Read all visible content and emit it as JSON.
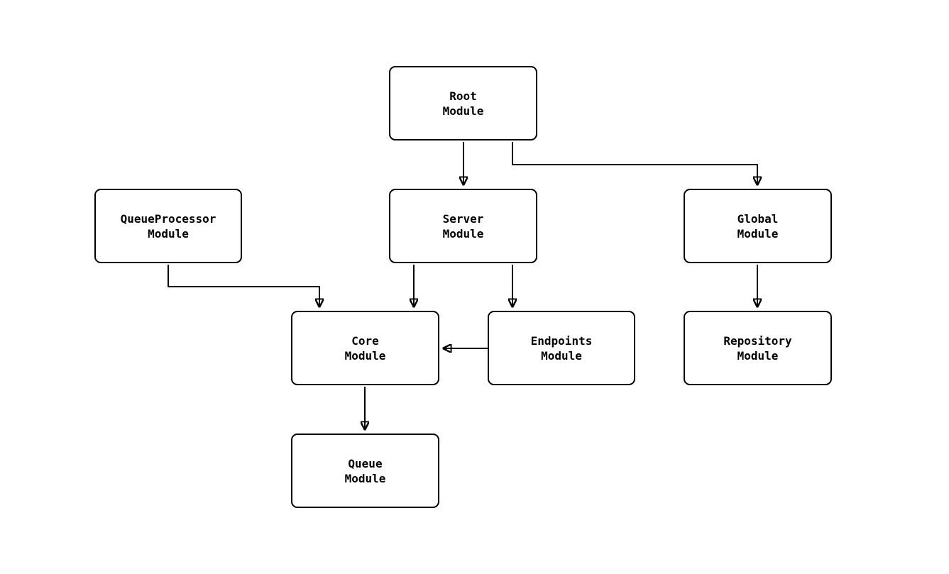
{
  "diagram": {
    "type": "flowchart",
    "description": "Module dependency diagram",
    "colors": {
      "background": "#ffffff",
      "box_border": "#000000",
      "box_fill": "#ffffff",
      "arrow": "#000000",
      "text": "#000000"
    },
    "nodes": {
      "root": {
        "line1": "Root",
        "line2": "Module"
      },
      "queueprocessor": {
        "line1": "QueueProcessor",
        "line2": "Module"
      },
      "server": {
        "line1": "Server",
        "line2": "Module"
      },
      "global": {
        "line1": "Global",
        "line2": "Module"
      },
      "core": {
        "line1": "Core",
        "line2": "Module"
      },
      "endpoints": {
        "line1": "Endpoints",
        "line2": "Module"
      },
      "repository": {
        "line1": "Repository",
        "line2": "Module"
      },
      "queue": {
        "line1": "Queue",
        "line2": "Module"
      }
    },
    "edges": [
      {
        "from": "Root Module",
        "to": "Server Module"
      },
      {
        "from": "Root Module",
        "to": "Global Module"
      },
      {
        "from": "QueueProcessor Module",
        "to": "Core Module"
      },
      {
        "from": "Server Module",
        "to": "Core Module"
      },
      {
        "from": "Server Module",
        "to": "Endpoints Module"
      },
      {
        "from": "Endpoints Module",
        "to": "Core Module"
      },
      {
        "from": "Global Module",
        "to": "Repository Module"
      },
      {
        "from": "Core Module",
        "to": "Queue Module"
      }
    ]
  }
}
